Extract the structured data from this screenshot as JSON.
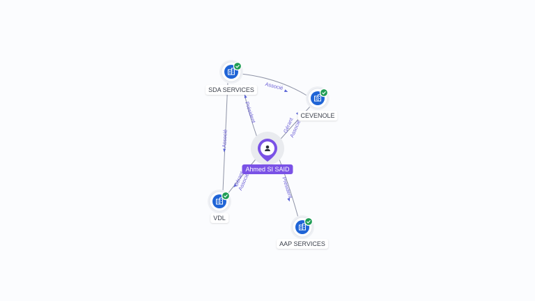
{
  "center": {
    "label": "Ahmed SI SAID",
    "icon": "person-icon"
  },
  "companies": [
    {
      "key": "sda",
      "label": "SDA SERVICES",
      "icon": "building-icon",
      "verified": true
    },
    {
      "key": "cevenole",
      "label": "CEVENOLE",
      "icon": "building-icon",
      "verified": true
    },
    {
      "key": "vdl",
      "label": "VDL",
      "icon": "building-icon",
      "verified": true
    },
    {
      "key": "aap",
      "label": "AAP SERVICES",
      "icon": "building-icon",
      "verified": true
    }
  ],
  "relations": [
    {
      "from": "sda",
      "to": "cevenole",
      "label": "Associé"
    },
    {
      "from": "sda",
      "to": "vdl",
      "label": "Associé"
    },
    {
      "from": "center",
      "to": "sda",
      "label": "Président"
    },
    {
      "from": "center",
      "to": "cevenole",
      "label": "Gérant"
    },
    {
      "from": "center",
      "to": "cevenole",
      "label": "Associé"
    },
    {
      "from": "center",
      "to": "vdl",
      "label": "Gérant"
    },
    {
      "from": "center",
      "to": "vdl",
      "label": "Associé"
    },
    {
      "from": "center",
      "to": "aap",
      "label": "Président"
    }
  ],
  "colors": {
    "accent": "#7a52e6",
    "company_node": "#1f64d6",
    "verified_badge": "#1f9d55",
    "edge_label": "#6b5fd6"
  }
}
